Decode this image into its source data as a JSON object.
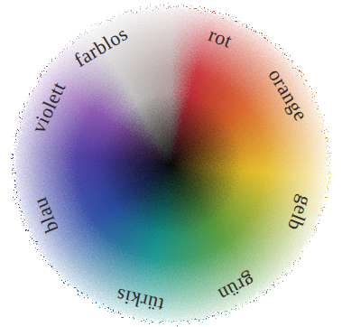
{
  "diagram": {
    "labels": [
      "farblos",
      "rot",
      "orange",
      "gelb",
      "grün",
      "türkis",
      "blau",
      "violett"
    ]
  }
}
